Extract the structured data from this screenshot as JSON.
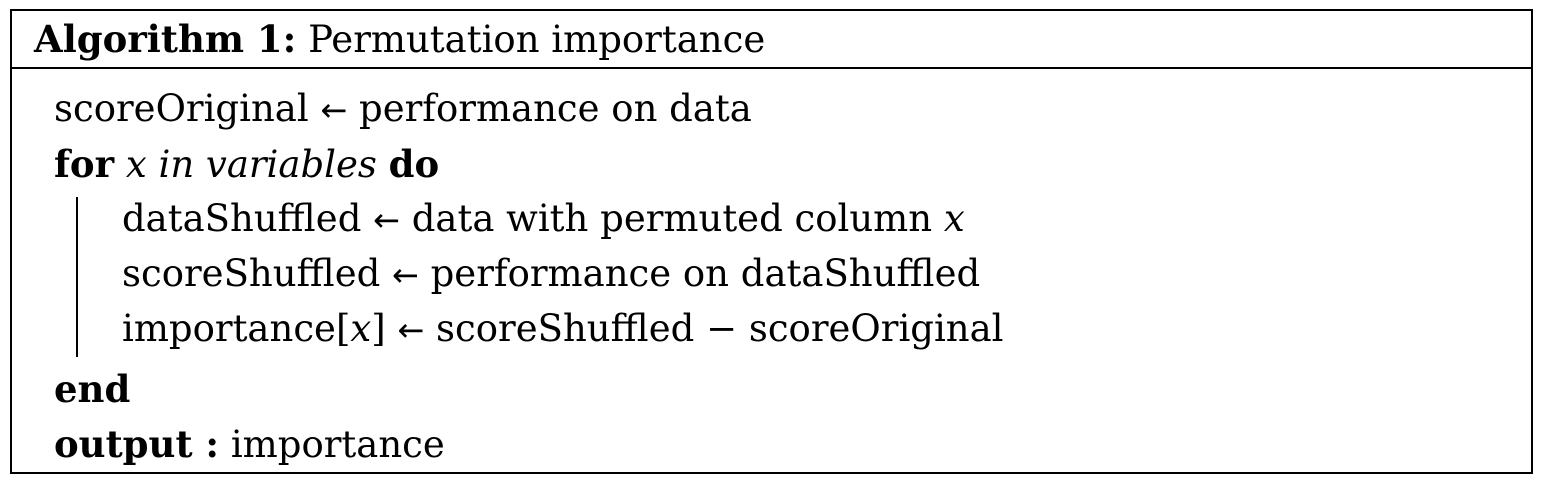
{
  "algorithm": {
    "label": "Algorithm 1:",
    "title": "Permutation importance",
    "lines": {
      "l1": {
        "lhs": "scoreOriginal",
        "arrow": "←",
        "rhs": "performance on data"
      },
      "l2": {
        "kw_for": "for",
        "var": "x in variables",
        "kw_do": "do"
      },
      "l3": {
        "lhs": "dataShuffled",
        "arrow": "←",
        "rhs": "data with permuted column",
        "var": "x"
      },
      "l4": {
        "lhs": "scoreShuffled",
        "arrow": "←",
        "rhs": "performance on dataShuffled"
      },
      "l5": {
        "lhs_pre": "importance[",
        "lhs_var": "x",
        "lhs_post": "]",
        "arrow": "←",
        "rhs": "scoreShuffled − scoreOriginal"
      },
      "l6": {
        "kw_end": "end"
      },
      "l7": {
        "kw_output": "output :",
        "rhs": "importance"
      }
    }
  }
}
